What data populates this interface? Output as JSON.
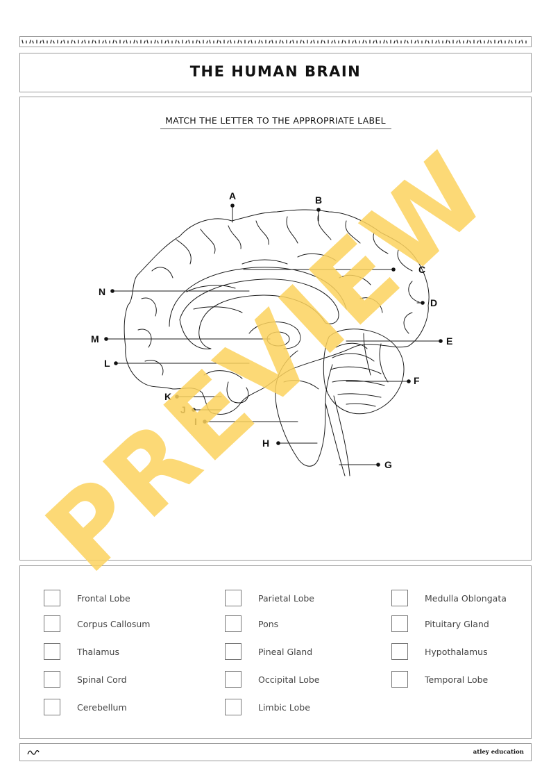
{
  "title": "THE HUMAN BRAIN",
  "instruction": "MATCH THE LETTER TO THE APPROPRIATE LABEL",
  "diagram_letters": [
    "A",
    "B",
    "C",
    "D",
    "E",
    "F",
    "G",
    "H",
    "I",
    "J",
    "K",
    "L",
    "M",
    "N"
  ],
  "options": [
    {
      "label": "Frontal Lobe"
    },
    {
      "label": "Corpus Callosum"
    },
    {
      "label": "Thalamus"
    },
    {
      "label": "Spinal Cord"
    },
    {
      "label": "Cerebellum"
    },
    {
      "label": "Parietal Lobe"
    },
    {
      "label": "Pons"
    },
    {
      "label": "Pineal Gland"
    },
    {
      "label": "Occipital Lobe"
    },
    {
      "label": "Limbic Lobe"
    },
    {
      "label": "Medulla Oblongata"
    },
    {
      "label": "Pituitary Gland"
    },
    {
      "label": "Hypothalamus"
    },
    {
      "label": "Temporal Lobe"
    }
  ],
  "footer": {
    "brand": "atley education"
  },
  "watermark": {
    "text": "PREVIEW",
    "color": "#fcd25e"
  }
}
